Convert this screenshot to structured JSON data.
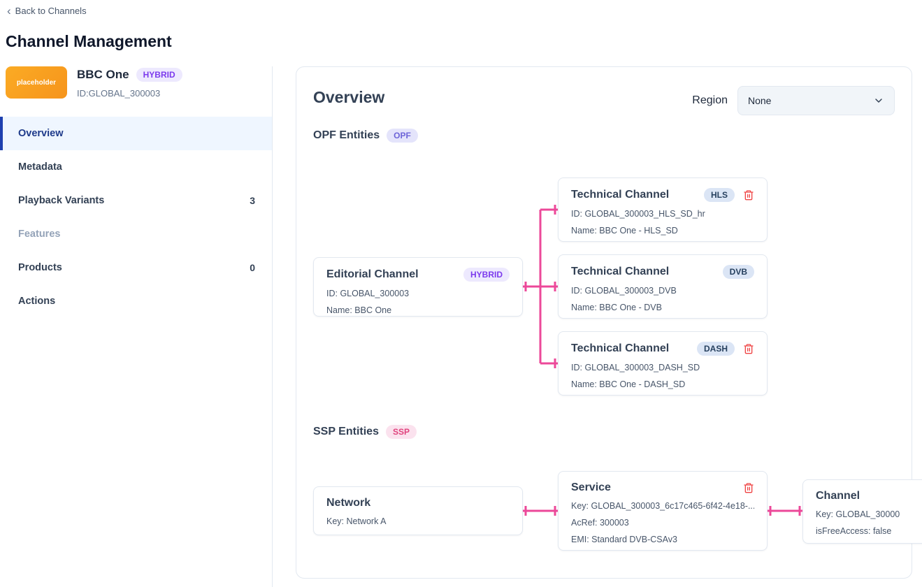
{
  "header": {
    "back": "Back to Channels",
    "title": "Channel Management"
  },
  "sidebar": {
    "thumb_text": "placeholder",
    "name": "BBC One",
    "badge": "HYBRID",
    "id": "ID:GLOBAL_300003",
    "items": [
      {
        "label": "Overview",
        "count": ""
      },
      {
        "label": "Metadata",
        "count": ""
      },
      {
        "label": "Playback Variants",
        "count": "3"
      },
      {
        "label": "Features",
        "count": ""
      },
      {
        "label": "Products",
        "count": "0"
      },
      {
        "label": "Actions",
        "count": ""
      }
    ]
  },
  "overview": {
    "title": "Overview",
    "region_label": "Region",
    "region_value": "None",
    "opf": {
      "heading": "OPF Entities",
      "badge": "OPF",
      "editorial": {
        "title": "Editorial Channel",
        "badge": "HYBRID",
        "line1": "ID: GLOBAL_300003",
        "line2": "Name: BBC One"
      },
      "tech": [
        {
          "title": "Technical Channel",
          "badge": "HLS",
          "line1": "ID: GLOBAL_300003_HLS_SD_hr",
          "line2": "Name: BBC One - HLS_SD"
        },
        {
          "title": "Technical Channel",
          "badge": "DVB",
          "line1": "ID: GLOBAL_300003_DVB",
          "line2": "Name: BBC One - DVB"
        },
        {
          "title": "Technical Channel",
          "badge": "DASH",
          "line1": "ID: GLOBAL_300003_DASH_SD",
          "line2": "Name: BBC One - DASH_SD"
        }
      ]
    },
    "ssp": {
      "heading": "SSP Entities",
      "badge": "SSP",
      "network": {
        "title": "Network",
        "line1": "Key: Network A"
      },
      "service": {
        "title": "Service",
        "line1": "Key: GLOBAL_300003_6c17c465-6f42-4e18-...",
        "line2": "AcRef: 300003",
        "line3": "EMI: Standard DVB-CSAv3"
      },
      "channel": {
        "title": "Channel",
        "line1": "Key: GLOBAL_30000",
        "line2": "isFreeAccess: false"
      }
    }
  },
  "colors": {
    "connector": "#ec4899",
    "danger": "#ef4444",
    "active_blue": "#1e40af"
  }
}
